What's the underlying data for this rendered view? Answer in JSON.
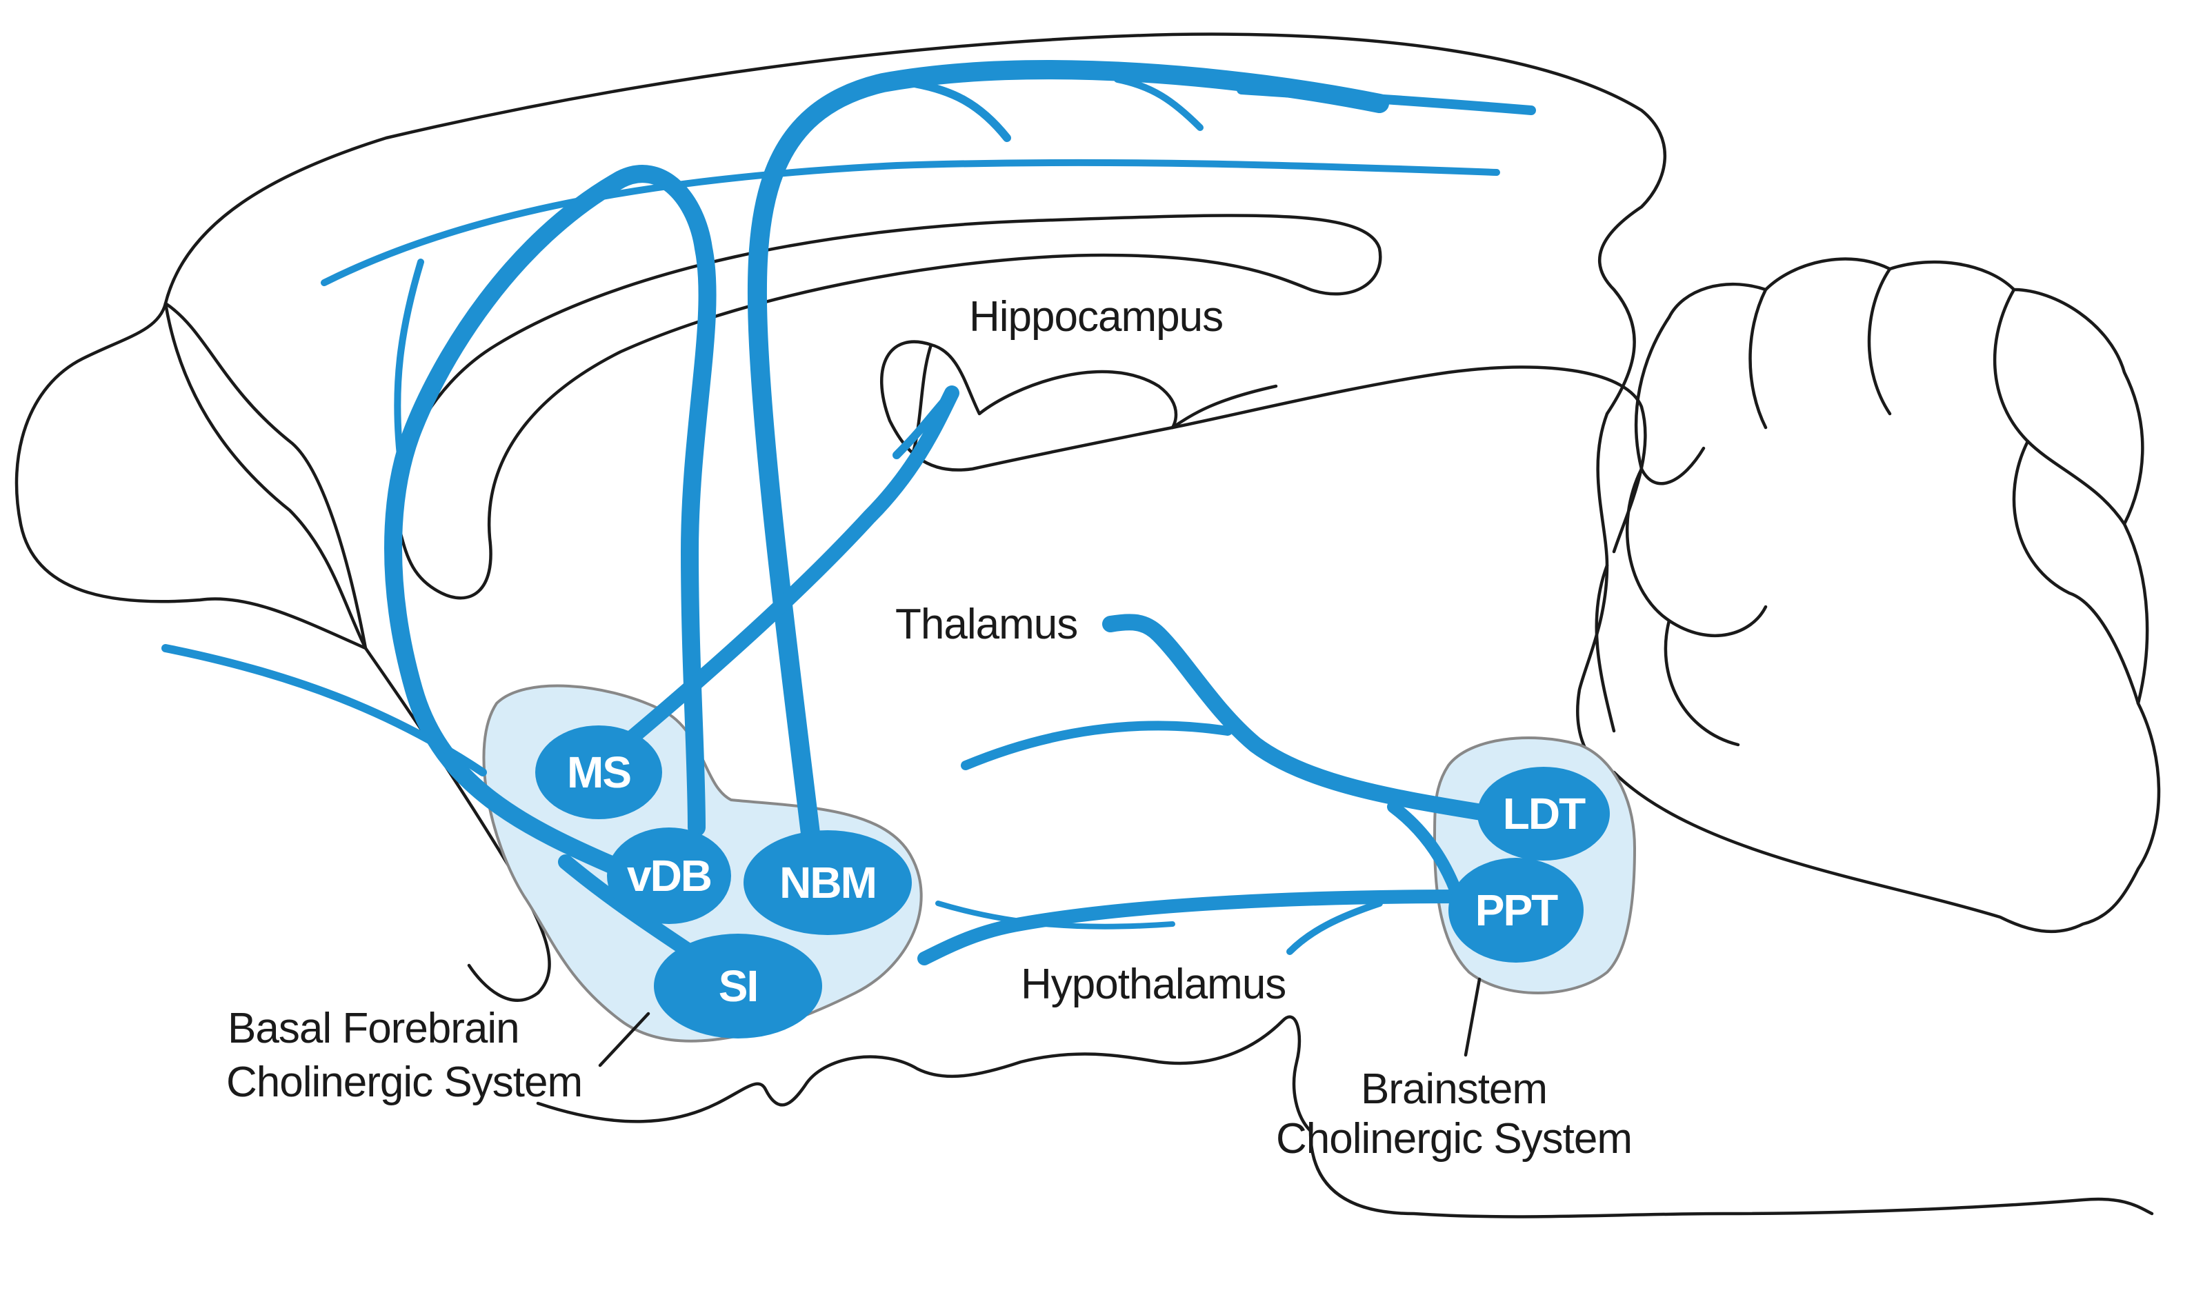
{
  "colors": {
    "tract": "#1e90d2",
    "nucleus": "#1e90d2",
    "halo_fill": "#d8ecf8",
    "halo_stroke": "#888888",
    "brain_fill": "#fcf8f2",
    "outline": "#1a1a1a"
  },
  "nuclei": {
    "ms": "MS",
    "vdb": "vDB",
    "nbm": "NBM",
    "si": "SI",
    "ldt": "LDT",
    "ppt": "PPT"
  },
  "regions": {
    "hippocampus": "Hippocampus",
    "thalamus": "Thalamus",
    "hypothalamus": "Hypothalamus"
  },
  "systems": {
    "basal_forebrain_line1": "Basal Forebrain",
    "basal_forebrain_line2": "Cholinergic System",
    "brainstem_line1": "Brainstem",
    "brainstem_line2": "Cholinergic System"
  }
}
